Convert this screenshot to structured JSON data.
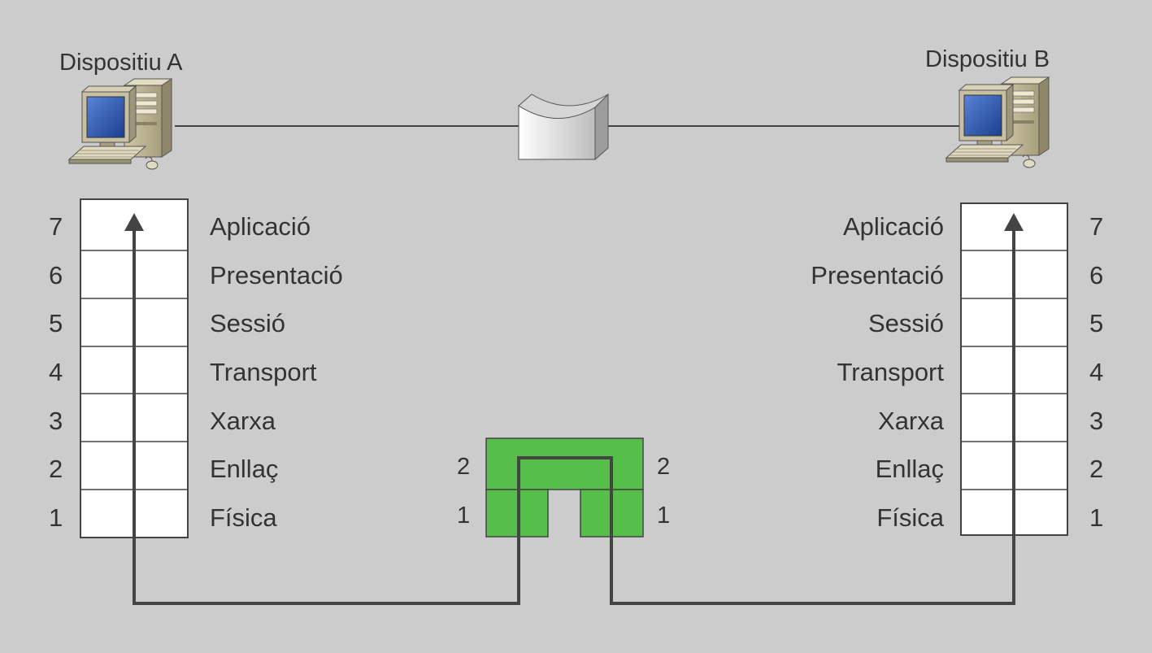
{
  "devices": {
    "left": {
      "title": "Dispositiu A"
    },
    "right": {
      "title": "Dispositiu B"
    }
  },
  "layers": [
    {
      "num": "7",
      "name": "Aplicació"
    },
    {
      "num": "6",
      "name": "Presentació"
    },
    {
      "num": "5",
      "name": "Sessió"
    },
    {
      "num": "4",
      "name": "Transport"
    },
    {
      "num": "3",
      "name": "Xarxa"
    },
    {
      "num": "2",
      "name": "Enllaç"
    },
    {
      "num": "1",
      "name": "Física"
    }
  ],
  "switch": {
    "left_labels": [
      "2",
      "1"
    ],
    "right_labels": [
      "2",
      "1"
    ]
  },
  "icons": {
    "computer_left": "desktop-computer-icon",
    "computer_right": "desktop-computer-icon",
    "network_cloud": "network-segment-icon",
    "switch": "switch-device"
  },
  "colors": {
    "background": "#cccccc",
    "text": "#333333",
    "line": "#444444",
    "switch_fill": "#55bf4a",
    "stack_fill": "#ffffff"
  }
}
